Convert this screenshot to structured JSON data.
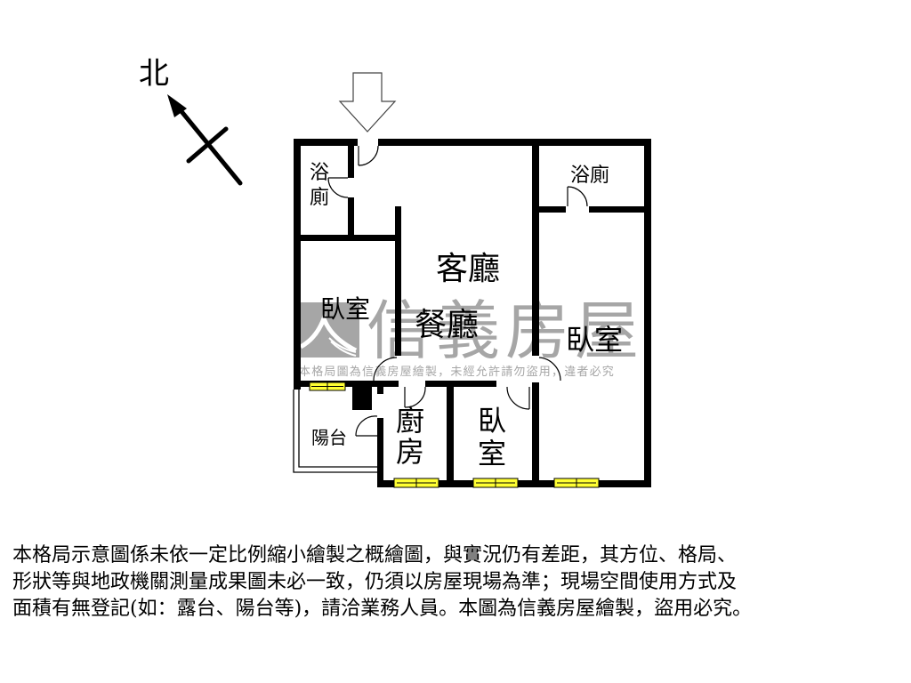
{
  "compass": {
    "north_label": "北"
  },
  "entrance": {
    "arrow": "entrance-arrow"
  },
  "watermark": {
    "brand": "信義房屋",
    "notice": "本格局圖為信義房屋繪製，未經允許請勿盜用，違者必究"
  },
  "rooms": {
    "bath_left_line1": "浴",
    "bath_left_line2": "廁",
    "bath_right": "浴廁",
    "living": "客廳",
    "dining": "餐廳",
    "bedroom_left": "臥室",
    "bedroom_right": "臥室",
    "kitchen_line1": "廚",
    "kitchen_line2": "房",
    "bedroom_small_line1": "臥",
    "bedroom_small_line2": "室",
    "balcony": "陽台"
  },
  "colors": {
    "wall": "#000000",
    "window_fill": "#ffff33",
    "watermark": "#a6a6a6"
  },
  "disclaimer": {
    "line1": "本格局示意圖係未依一定比例縮小繪製之概繪圖，與實況仍有差距，其方位、格局、",
    "line2": "形狀等與地政機關測量成果圖未必一致，仍須以房屋現場為準；現場空間使用方式及",
    "line3": "面積有無登記(如：露台、陽台等)，請洽業務人員。本圖為信義房屋繪製，盜用必究。"
  }
}
